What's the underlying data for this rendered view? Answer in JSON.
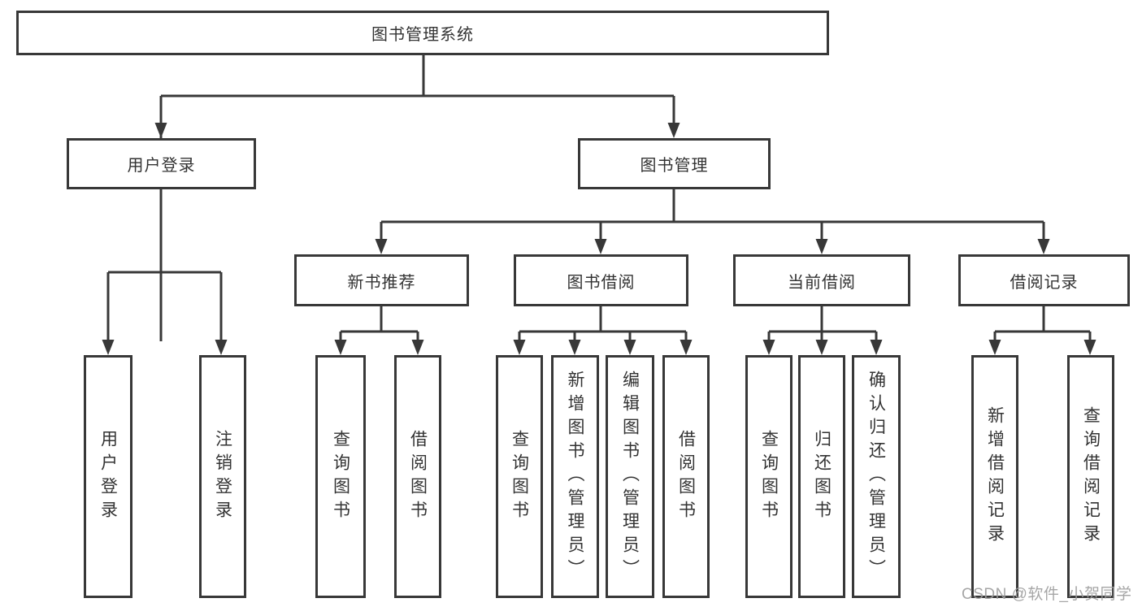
{
  "colors": {
    "line": "#383838",
    "text": "#333333",
    "box_background": "#ffffff",
    "watermark": "#9e9e9e"
  },
  "watermark": {
    "text": "CSDN @软件_小贺同学"
  },
  "tree": {
    "root": "图书管理系统",
    "children": [
      {
        "label": "用户登录",
        "children": [
          "用户登录",
          "注销登录"
        ]
      },
      {
        "label": "图书管理",
        "children": [
          {
            "label": "新书推荐",
            "children": [
              "查询图书",
              "借阅图书"
            ]
          },
          {
            "label": "图书借阅",
            "children": [
              "查询图书",
              "新增图书（管理员）",
              "编辑图书（管理员）",
              "借阅图书"
            ]
          },
          {
            "label": "当前借阅",
            "children": [
              "查询图书",
              "归还图书",
              "确认归还（管理员）"
            ]
          },
          {
            "label": "借阅记录",
            "children": [
              "新增借阅记录",
              "查询借阅记录"
            ]
          }
        ]
      }
    ]
  }
}
